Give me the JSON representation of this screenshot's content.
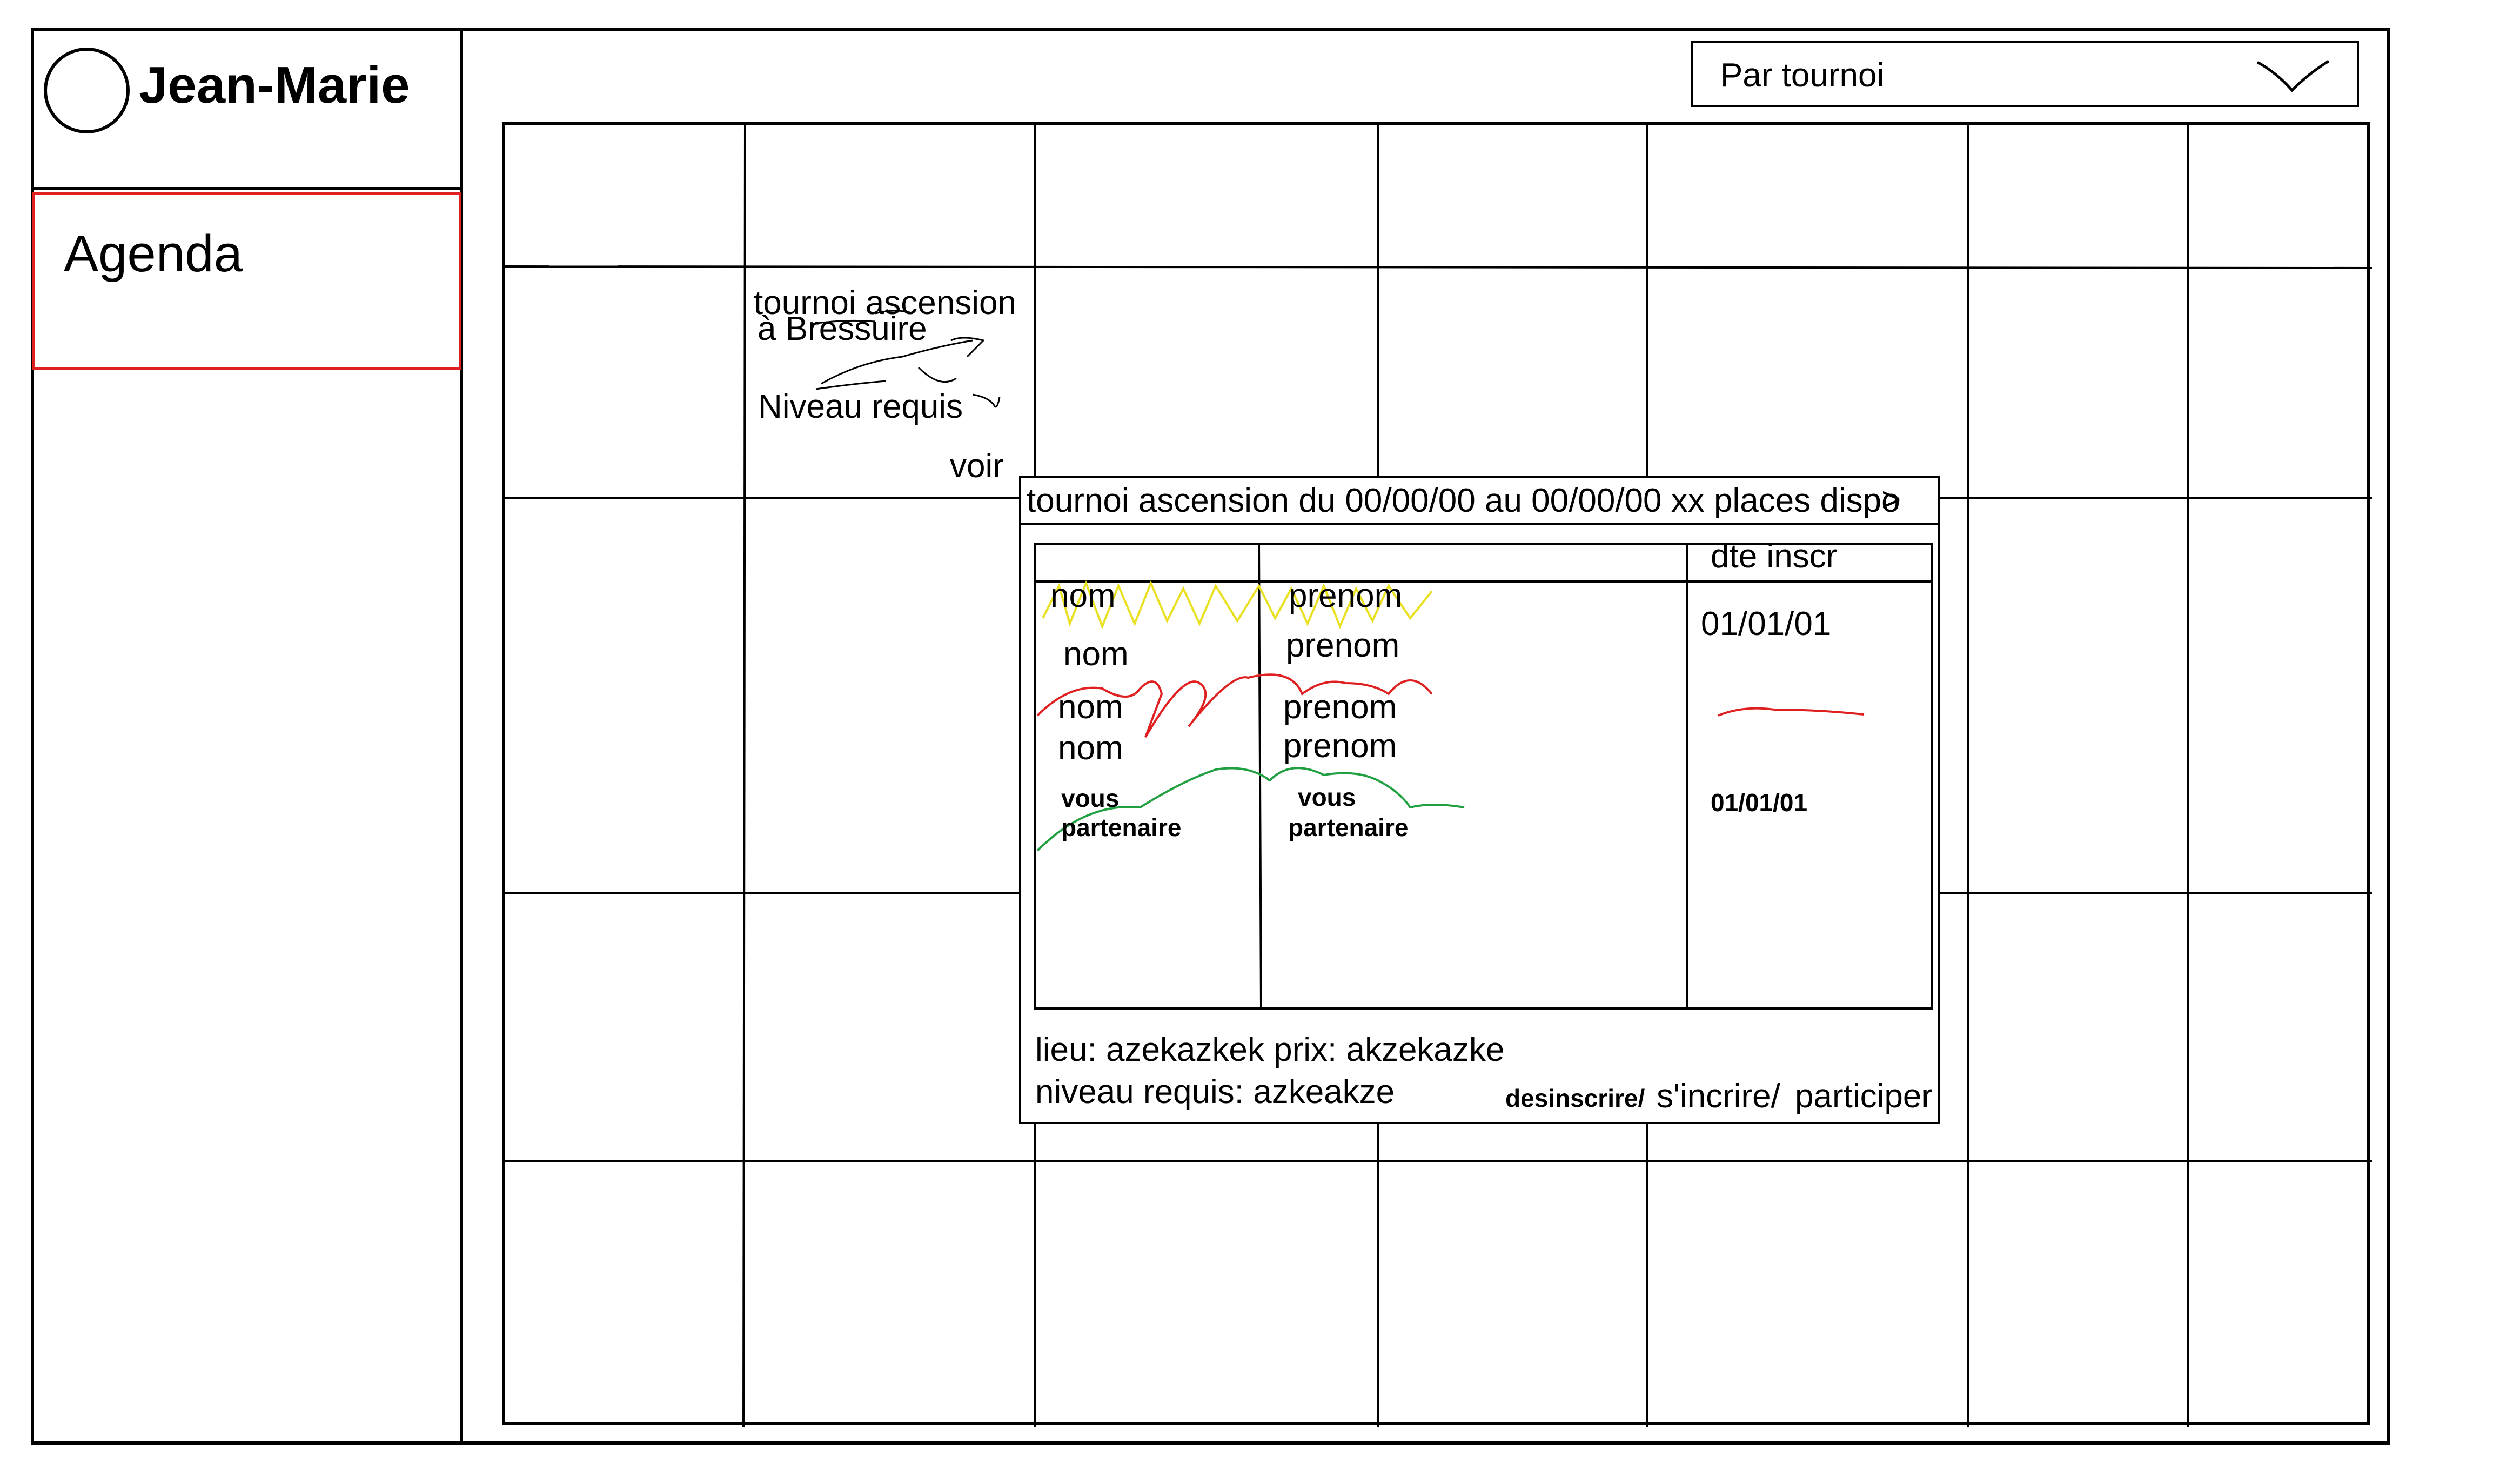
{
  "profile": {
    "name": "Jean-Marie"
  },
  "nav": {
    "agenda": "Agenda"
  },
  "filter": {
    "selected": "Par tournoi"
  },
  "event": {
    "title_line1": "tournoi ascension",
    "title_line2": "à Bressuire",
    "level": "Niveau requis",
    "link": "voir"
  },
  "popup": {
    "title": "tournoi ascension du 00/00/00 au 00/00/00 xx places dispo",
    "close": ">",
    "columns": {
      "date": "dte inscr"
    },
    "rows": [
      {
        "nom": "nom",
        "prenom": "prenom"
      },
      {
        "nom": "nom",
        "prenom": "prenom"
      },
      {
        "nom": "nom",
        "prenom": "prenom"
      },
      {
        "nom": "nom",
        "prenom": "prenom"
      }
    ],
    "self_row": {
      "nom": "vous",
      "nom2": "partenaire",
      "prenom": "vous",
      "prenom2": "partenaire"
    },
    "dates": [
      "01/01/01",
      "01/01/01"
    ],
    "lieu": "lieu: azekazkek prix: akzekazke",
    "niveau": "niveau requis: azkeakze",
    "actions": {
      "desinscrire": "desinscrire/",
      "inscrire": "s'incrire/",
      "participer": "participer"
    }
  },
  "colors": {
    "accent": "#e02020",
    "scribble_yellow": "#e8e020",
    "scribble_red": "#e02020",
    "scribble_green": "#20a040"
  }
}
